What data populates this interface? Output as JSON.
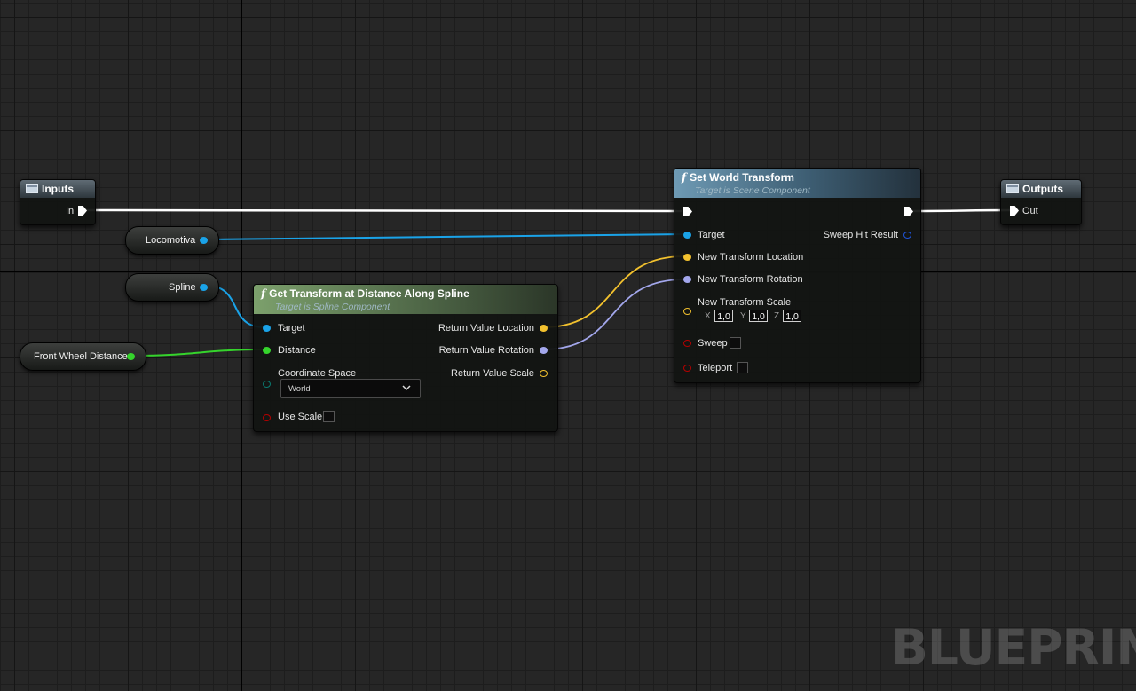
{
  "nodes": {
    "inputs": {
      "title": "Inputs",
      "pin_in": "In"
    },
    "outputs": {
      "title": "Outputs",
      "pin_out": "Out"
    },
    "locomotiva": {
      "label": "Locomotiva"
    },
    "spline": {
      "label": "Spline"
    },
    "front_wheel_distance": {
      "label": "Front Wheel Distance"
    },
    "get_transform": {
      "title": "Get Transform at Distance Along Spline",
      "subtitle": "Target is Spline Component",
      "target": "Target",
      "distance": "Distance",
      "coordinate_space": "Coordinate Space",
      "coordinate_space_value": "World",
      "use_scale": "Use Scale",
      "return_location": "Return Value Location",
      "return_rotation": "Return Value Rotation",
      "return_scale": "Return Value Scale"
    },
    "set_world_transform": {
      "title": "Set World Transform",
      "subtitle": "Target is Scene Component",
      "target": "Target",
      "sweep_hit_result": "Sweep Hit Result",
      "new_location": "New Transform Location",
      "new_rotation": "New Transform Rotation",
      "new_scale": "New Transform Scale",
      "scale_x_label": "X",
      "scale_y_label": "Y",
      "scale_z_label": "Z",
      "scale_x": "1,0",
      "scale_y": "1,0",
      "scale_z": "1,0",
      "sweep": "Sweep",
      "teleport": "Teleport"
    }
  },
  "watermark": "BLUEPRINT",
  "colors": {
    "object_pin": "#1aa3e8",
    "float_pin": "#35d42c",
    "vector_pin": "#f2c12e",
    "rotator_pin": "#a3a7ec",
    "bool_pin": "#b50000",
    "enum_pin": "#0a7a70",
    "struct_pin": "#1f54d8"
  }
}
